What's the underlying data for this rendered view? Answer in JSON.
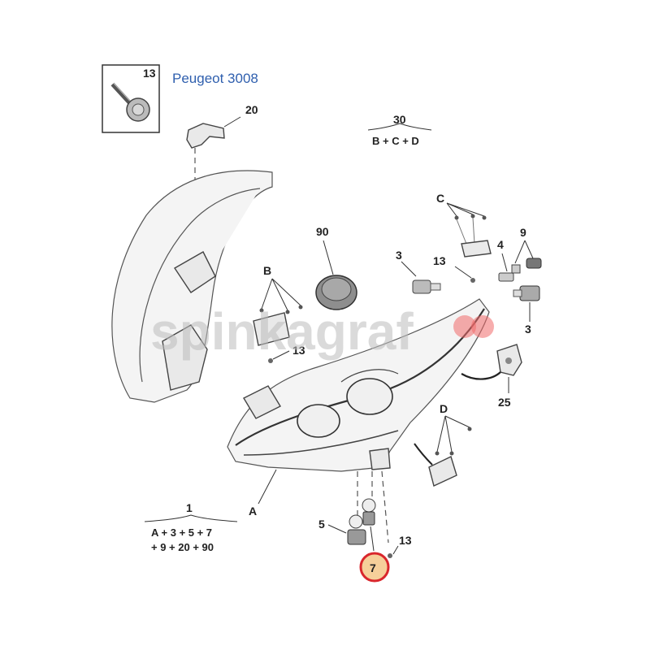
{
  "title": "Peugeot 3008",
  "watermark": "spinkagraf",
  "inset": {
    "label": "13"
  },
  "callouts": {
    "c20": "20",
    "c30": "30",
    "c90": "90",
    "cC": "C",
    "c4": "4",
    "c9": "9",
    "c3a": "3",
    "c13a": "13",
    "cB": "B",
    "c13b": "13",
    "c3b": "3",
    "c25": "25",
    "cD": "D",
    "c1": "1",
    "cA": "A",
    "c5": "5",
    "c13c": "13",
    "c7": "7"
  },
  "formula30": "B + C + D",
  "formula1_line1": "A + 3 + 5 + 7",
  "formula1_line2": "+ 9 + 20 + 90",
  "highlight": {
    "part": "7",
    "ring_color": "#d9262c",
    "fill_color": "#f6cf9a"
  }
}
